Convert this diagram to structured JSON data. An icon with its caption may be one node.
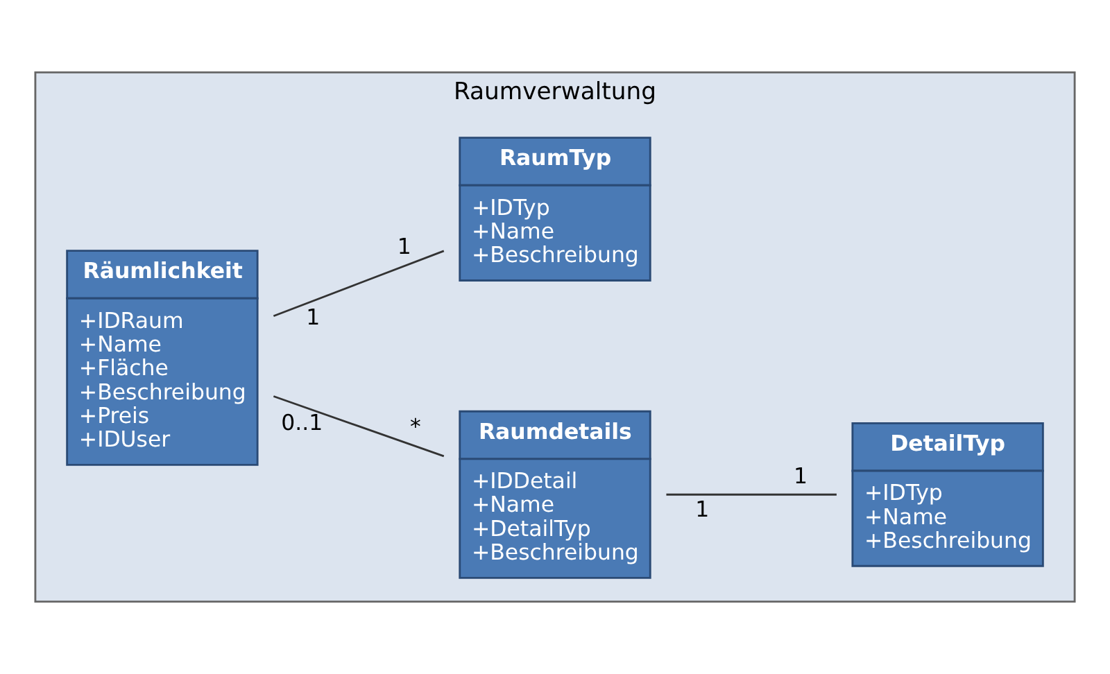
{
  "diagram": {
    "nodes": [
      {
        "text": [
          "Raumverwaltung"
        ]
      },
      {
        "text": [
          "Räumlichkeit",
          "+IDRaum",
          "+Name",
          "+Fläche",
          "+Beschreibung",
          "+Preis",
          "+IDUser"
        ],
        "in": 0
      },
      {
        "text": [
          "Raumdetails",
          "+IDDetail",
          "+Name",
          "+DetailTyp",
          "+Beschreibung"
        ],
        "in": 0
      },
      {
        "text": [
          "DetailTyp",
          "+IDTyp",
          "+Name",
          "+Beschreibung"
        ],
        "in": 0
      },
      {
        "text": [
          "RaumTyp",
          "+IDTyp",
          "+Name",
          "+Beschreibung"
        ],
        "in": 0
      }
    ],
    "edges": [
      {
        "from": 1,
        "to": 2,
        "arrow": "none"
      },
      {
        "from": 2,
        "to": 3,
        "arrow": "none"
      },
      {
        "from": 1,
        "to": 4,
        "arrow": "none"
      }
    ],
    "labels": [
      "0..1",
      "*",
      "1",
      "1",
      "1",
      "1"
    ]
  }
}
